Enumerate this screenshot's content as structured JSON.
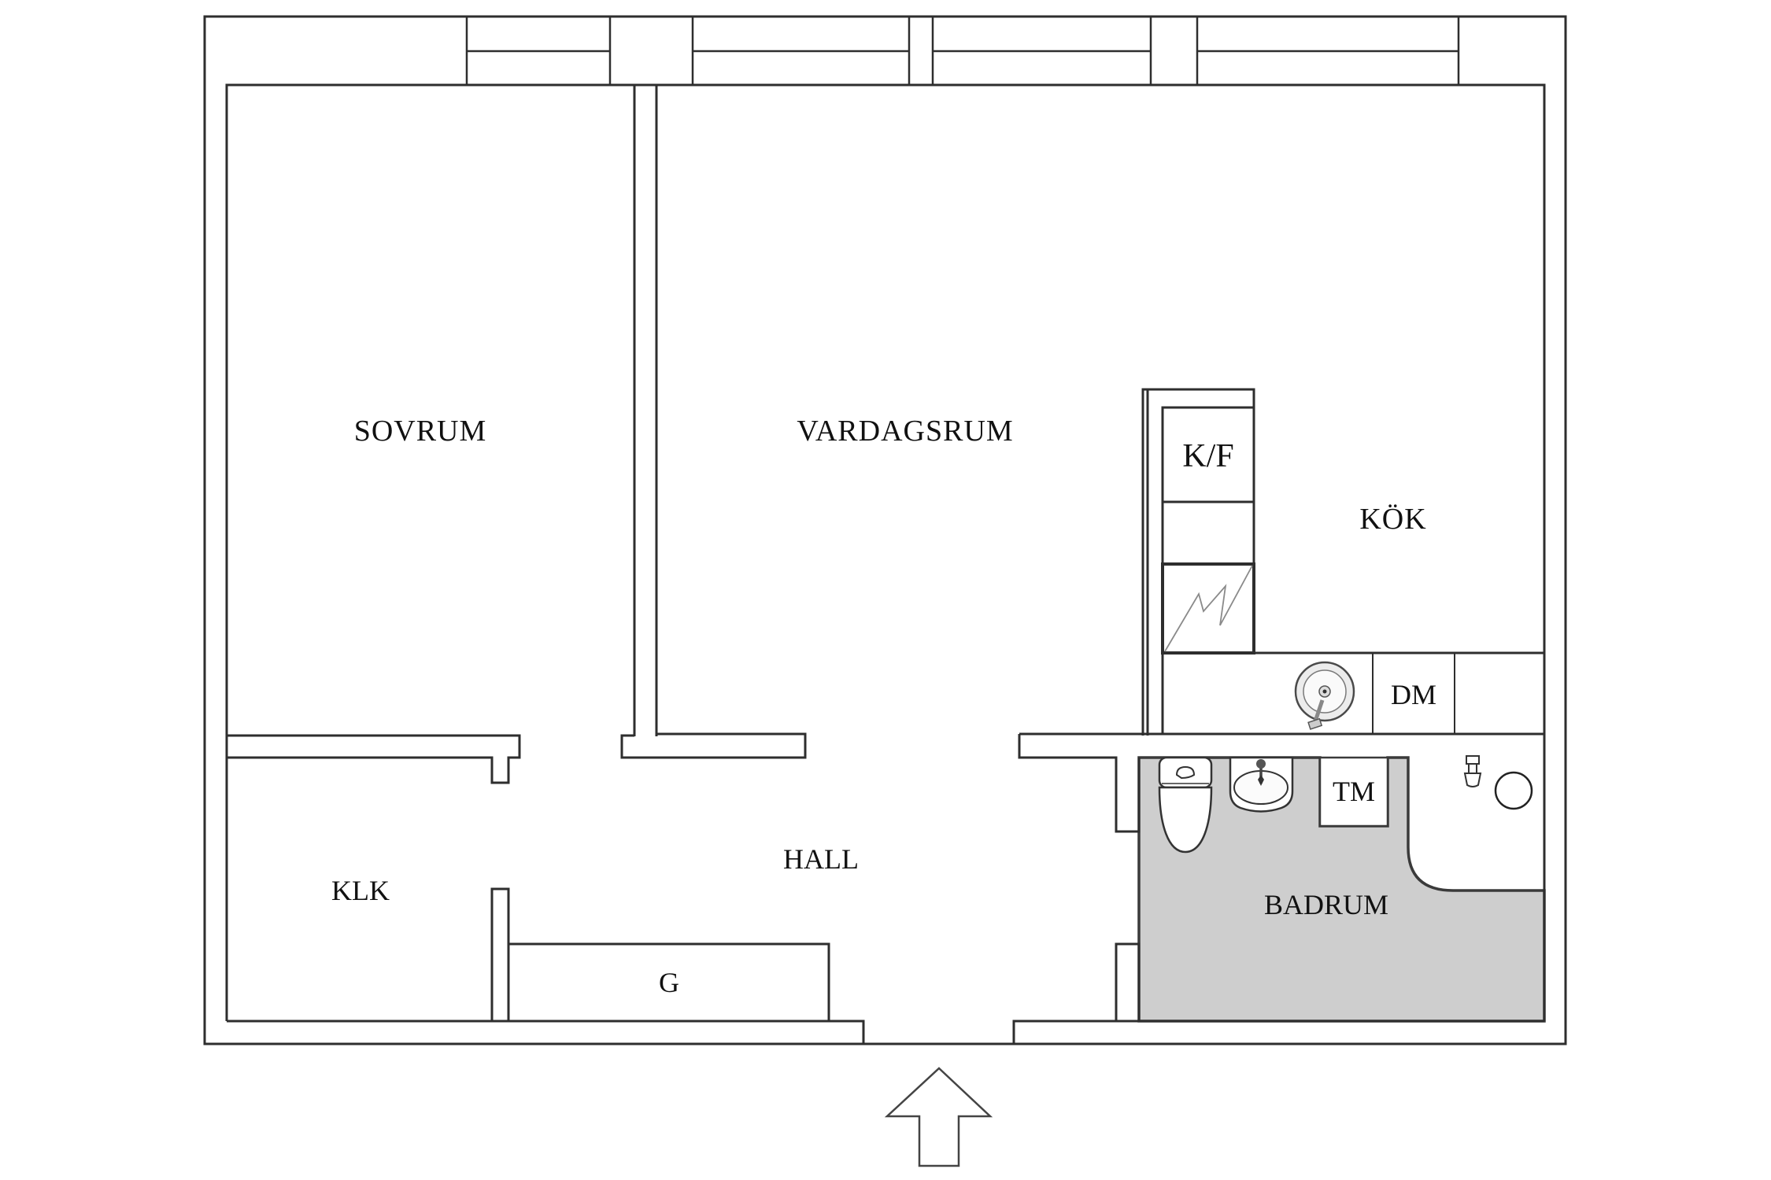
{
  "plan": {
    "type": "apartment-floor-plan",
    "language": "Swedish",
    "floor_fill": "#ffffff",
    "bathroom_floor_fill": "#cecece",
    "line_color": "#2e2e2e",
    "label_color": "#111111"
  },
  "labels": {
    "sovrum": "SOVRUM",
    "vardagsrum": "VARDAGSRUM",
    "kok": "KÖK",
    "klk": "KLK",
    "hall": "HALL",
    "g": "G",
    "badrum": "BADRUM",
    "kf": "K/F",
    "dm": "DM",
    "tm": "TM"
  },
  "icons": {
    "entrance": "entry-arrow-up",
    "kitchen_sink": "round-sink-with-mixer",
    "stove": "lightning-zigzag",
    "bathroom": [
      "toilet",
      "washbasin",
      "shower-mixer",
      "drain-circle"
    ]
  }
}
